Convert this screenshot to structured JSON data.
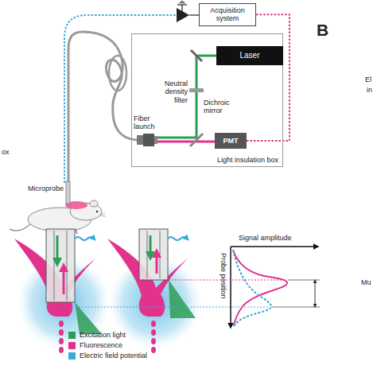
{
  "diagram": {
    "nodes": [
      {
        "text": [
          "Acquisition system"
        ]
      },
      {
        "text": [
          "Light insulation box"
        ]
      },
      {
        "text": [
          "Laser"
        ],
        "in": 1
      },
      {
        "text": [
          "PMT"
        ],
        "in": 1
      }
    ],
    "edges": [
      {
        "from": 3,
        "to": 0,
        "arrow": "none"
      }
    ],
    "labels": [
      "B",
      "El",
      "in",
      "Neutral density filter",
      "Dichroic mirror",
      "Microprobe",
      "Fiber launch",
      "ox",
      "Signal amplitude",
      "Probe position",
      "Mu"
    ],
    "legend": [
      {
        "text": "Excitation light",
        "color": "#2e9e55"
      },
      {
        "text": "Fluorescence",
        "color": "#e2338c"
      },
      {
        "text": "Electric field potential",
        "color": "#39a9dc"
      }
    ]
  }
}
